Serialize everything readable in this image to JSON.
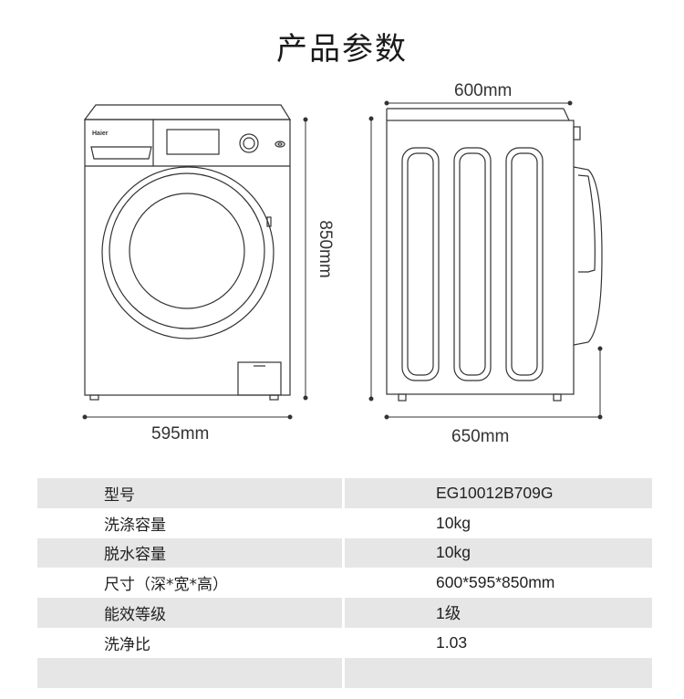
{
  "title": "产品参数",
  "brand_logo_text": "Haier",
  "dimensions": {
    "width_right": "600mm",
    "width_front": "595mm",
    "height": "850mm",
    "depth": "650mm"
  },
  "specs": [
    {
      "label": "型号",
      "value": "EG10012B709G"
    },
    {
      "label": "洗涤容量",
      "value": "10kg"
    },
    {
      "label": "脱水容量",
      "value": "10kg"
    },
    {
      "label": "尺寸（深*宽*高）",
      "value": "600*595*850mm"
    },
    {
      "label": "能效等级",
      "value": "1级"
    },
    {
      "label": "洗净比",
      "value": "1.03"
    },
    {
      "label": "",
      "value": ""
    }
  ]
}
